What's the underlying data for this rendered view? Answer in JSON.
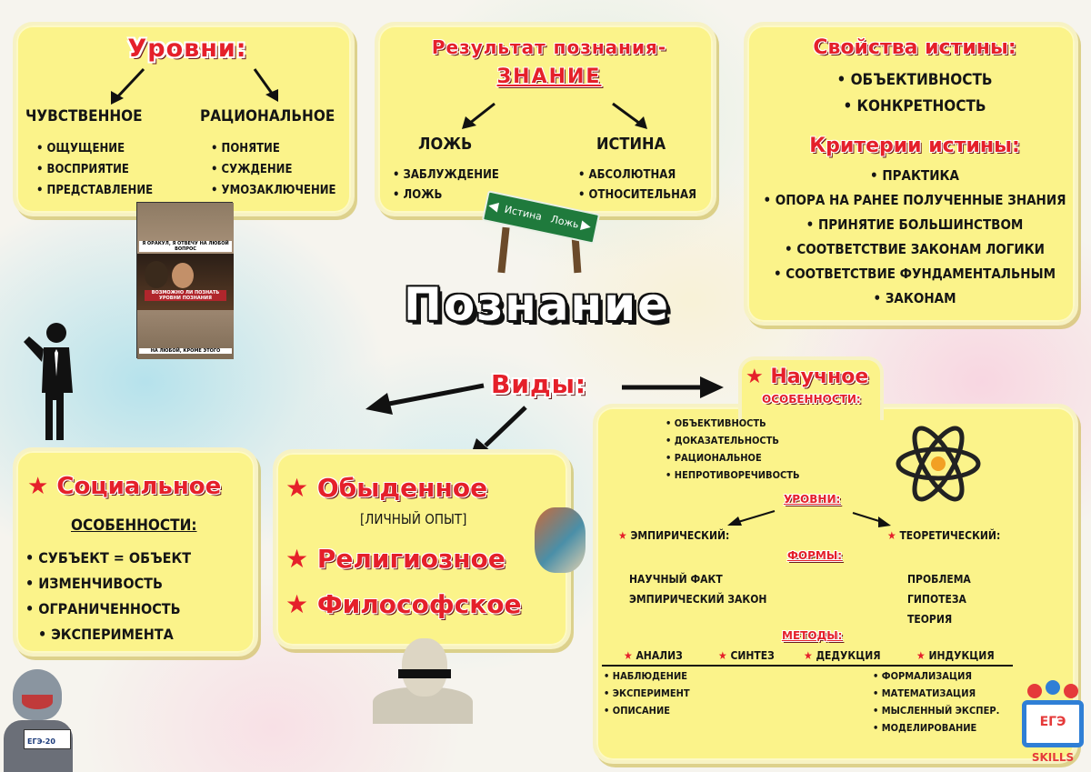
{
  "levels": {
    "title": "Уровни:",
    "sensory": {
      "title": "ЧУВСТВЕННОЕ",
      "items": [
        "ОЩУЩЕНИЕ",
        "ВОСПРИЯТИЕ",
        "ПРЕДСТАВЛЕНИЕ"
      ]
    },
    "rational": {
      "title": "РАЦИОНАЛЬНОЕ",
      "items": [
        "ПОНЯТИЕ",
        "СУЖДЕНИЕ",
        "УМОЗАКЛЮЧЕНИЕ"
      ]
    }
  },
  "result": {
    "title": "Результат познания-",
    "subtitle": "знание",
    "lie": {
      "title": "ЛОЖЬ",
      "items": [
        "ЗАБЛУЖДЕНИЕ",
        "ЛОЖЬ"
      ]
    },
    "truth": {
      "title": "ИСТИНА",
      "items": [
        "АБСОЛЮТНАЯ",
        "ОТНОСИТЕЛЬНАЯ"
      ]
    }
  },
  "properties": {
    "title": "Свойства истины:",
    "items": [
      "ОБЪЕКТИВНОСТЬ",
      "КОНКРЕТНОСТЬ"
    ],
    "criteria_title": "Критерии истины:",
    "criteria": [
      "ПРАКТИКА",
      "ОПОРА НА РАНЕЕ ПОЛУЧЕННЫЕ ЗНАНИЯ",
      "ПРИНЯТИЕ БОЛЬШИНСТВОМ",
      "СООТВЕТСТВИЕ ЗАКОНАМ ЛОГИКИ",
      "СООТВЕТСТВИЕ ФУНДАМЕНТАЛЬНЫМ",
      "ЗАКОНАМ"
    ]
  },
  "meme": {
    "top": "Я ОРАКУЛ, Я ОТВЕЧУ НА ЛЮБОЙ ВОПРОС",
    "middle": "ВОЗМОЖНО ЛИ ПОЗНАТЬ УРОВНИ ПОЗНАНИЯ",
    "bottom": "НА ЛЮБОЙ, КРОМЕ ЭТОГО"
  },
  "sign": {
    "left": "Истина",
    "right": "Ложь"
  },
  "main_title": "Познание",
  "types_label": "Виды:",
  "social": {
    "title": "Социальное",
    "features_label": "ОСОБЕННОСТИ:",
    "items": [
      "СУБЪЕКТ = ОБЪЕКТ",
      "ИЗМЕНЧИВОСТЬ",
      "ОГРАНИЧЕННОСТЬ",
      "ЭКСПЕРИМЕНТА"
    ]
  },
  "everyday": {
    "title": "Обыденное",
    "note": "[ЛИЧНЫЙ ОПЫТ]",
    "religious": "Религиозное",
    "philosophical": "Философское"
  },
  "scientific": {
    "title": "Научное",
    "features_label": "ОСОБЕННОСТИ:",
    "features": [
      "ОБЪЕКТИВНОСТЬ",
      "ДОКАЗАТЕЛЬНОСТЬ",
      "РАЦИОНАЛЬНОЕ",
      "НЕПРОТИВОРЕЧИВОСТЬ"
    ],
    "levels_label": "УРОВНИ:",
    "empirical": "ЭМПИРИЧЕСКИЙ:",
    "theoretical": "ТЕОРЕТИЧЕСКИЙ:",
    "forms_label": "ФОРМЫ:",
    "empirical_forms": [
      "НАУЧНЫЙ ФАКТ",
      "ЭМПИРИЧЕСКИЙ ЗАКОН"
    ],
    "theoretical_forms": [
      "ПРОБЛЕМА",
      "ГИПОТЕЗА",
      "ТЕОРИЯ"
    ],
    "methods_label": "МЕТОДЫ:",
    "methods": [
      "АНАЛИЗ",
      "СИНТЕЗ",
      "ДЕДУКЦИЯ",
      "ИНДУКЦИЯ"
    ],
    "empirical_methods": [
      "НАБЛЮДЕНИЕ",
      "ЭКСПЕРИМЕНТ",
      "ОПИСАНИЕ"
    ],
    "theoretical_methods": [
      "ФОРМАЛИЗАЦИЯ",
      "МАТЕМАТИЗАЦИЯ",
      "МЫСЛЕННЫЙ ЭКСПЕР.",
      "МОДЕЛИРОВАНИЕ"
    ]
  },
  "logo": {
    "text": "ЕГЭ",
    "sub": "SKILLS"
  },
  "shark": {
    "sign": "ЕГЭ-20"
  }
}
